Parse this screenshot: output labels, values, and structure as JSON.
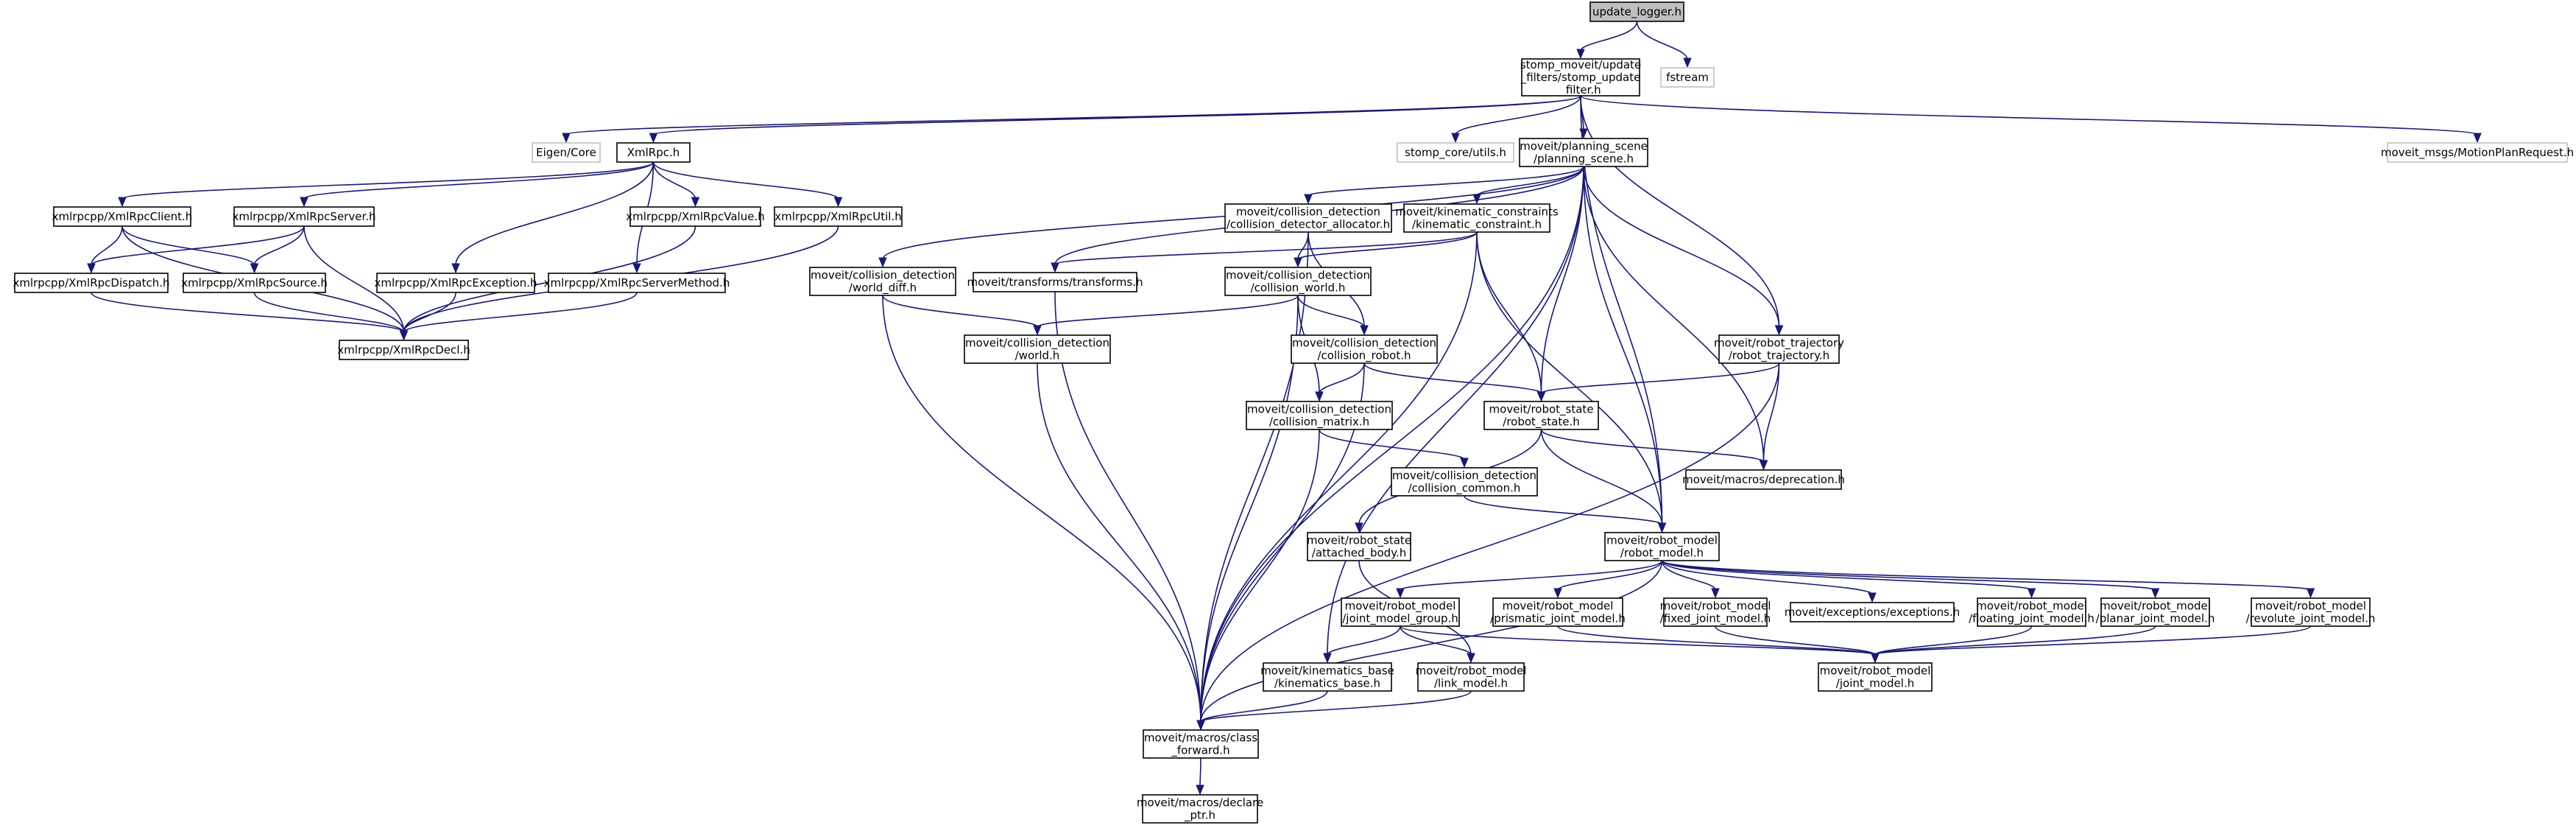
{
  "graph": {
    "type": "include-dependency-graph",
    "colors": {
      "edge": "#191970",
      "root_fill": "#bfbfbf",
      "external_border": "#bfbfbf",
      "node_border": "#000000"
    },
    "nodes": [
      {
        "id": "n0",
        "lines": [
          "update_logger.h"
        ],
        "kind": "root"
      },
      {
        "id": "n1",
        "lines": [
          "stomp_moveit/update",
          "_filters/stomp_update",
          "_filter.h"
        ],
        "kind": "local"
      },
      {
        "id": "n2",
        "lines": [
          "fstream"
        ],
        "kind": "external"
      },
      {
        "id": "n3",
        "lines": [
          "Eigen/Core"
        ],
        "kind": "external"
      },
      {
        "id": "n4",
        "lines": [
          "XmlRpc.h"
        ],
        "kind": "local"
      },
      {
        "id": "n5",
        "lines": [
          "stomp_core/utils.h"
        ],
        "kind": "external"
      },
      {
        "id": "n6",
        "lines": [
          "moveit/planning_scene",
          "/planning_scene.h"
        ],
        "kind": "local"
      },
      {
        "id": "n7",
        "lines": [
          "moveit_msgs/MotionPlanRequest.h"
        ],
        "kind": "external"
      },
      {
        "id": "n8",
        "lines": [
          "xmlrpcpp/XmlRpcClient.h"
        ],
        "kind": "local"
      },
      {
        "id": "n9",
        "lines": [
          "xmlrpcpp/XmlRpcServer.h"
        ],
        "kind": "local"
      },
      {
        "id": "n10",
        "lines": [
          "xmlrpcpp/XmlRpcValue.h"
        ],
        "kind": "local"
      },
      {
        "id": "n11",
        "lines": [
          "xmlrpcpp/XmlRpcUtil.h"
        ],
        "kind": "local"
      },
      {
        "id": "n12",
        "lines": [
          "xmlrpcpp/XmlRpcDispatch.h"
        ],
        "kind": "local"
      },
      {
        "id": "n13",
        "lines": [
          "xmlrpcpp/XmlRpcSource.h"
        ],
        "kind": "local"
      },
      {
        "id": "n14",
        "lines": [
          "xmlrpcpp/XmlRpcException.h"
        ],
        "kind": "local"
      },
      {
        "id": "n15",
        "lines": [
          "xmlrpcpp/XmlRpcServerMethod.h"
        ],
        "kind": "local"
      },
      {
        "id": "n16",
        "lines": [
          "xmlrpcpp/XmlRpcDecl.h"
        ],
        "kind": "local"
      },
      {
        "id": "n17",
        "lines": [
          "moveit/collision_detection",
          "/collision_detector_allocator.h"
        ],
        "kind": "local"
      },
      {
        "id": "n18",
        "lines": [
          "moveit/kinematic_constraints",
          "/kinematic_constraint.h"
        ],
        "kind": "local"
      },
      {
        "id": "n19",
        "lines": [
          "moveit/collision_detection",
          "/world_diff.h"
        ],
        "kind": "local"
      },
      {
        "id": "n20",
        "lines": [
          "moveit/transforms/transforms.h"
        ],
        "kind": "local"
      },
      {
        "id": "n21",
        "lines": [
          "moveit/collision_detection",
          "/collision_world.h"
        ],
        "kind": "local"
      },
      {
        "id": "n22",
        "lines": [
          "moveit/robot_trajectory",
          "/robot_trajectory.h"
        ],
        "kind": "local"
      },
      {
        "id": "n23",
        "lines": [
          "moveit/collision_detection",
          "/world.h"
        ],
        "kind": "local"
      },
      {
        "id": "n24",
        "lines": [
          "moveit/collision_detection",
          "/collision_robot.h"
        ],
        "kind": "local"
      },
      {
        "id": "n25",
        "lines": [
          "moveit/collision_detection",
          "/collision_matrix.h"
        ],
        "kind": "local"
      },
      {
        "id": "n26",
        "lines": [
          "moveit/robot_state",
          "/robot_state.h"
        ],
        "kind": "local"
      },
      {
        "id": "n27",
        "lines": [
          "moveit/collision_detection",
          "/collision_common.h"
        ],
        "kind": "local"
      },
      {
        "id": "n28",
        "lines": [
          "moveit/macros/deprecation.h"
        ],
        "kind": "local"
      },
      {
        "id": "n29",
        "lines": [
          "moveit/robot_state",
          "/attached_body.h"
        ],
        "kind": "local"
      },
      {
        "id": "n30",
        "lines": [
          "moveit/robot_model",
          "/robot_model.h"
        ],
        "kind": "local"
      },
      {
        "id": "n31",
        "lines": [
          "moveit/robot_model",
          "/joint_model_group.h"
        ],
        "kind": "local"
      },
      {
        "id": "n32",
        "lines": [
          "moveit/robot_model",
          "/prismatic_joint_model.h"
        ],
        "kind": "local"
      },
      {
        "id": "n33",
        "lines": [
          "moveit/robot_model",
          "/fixed_joint_model.h"
        ],
        "kind": "local"
      },
      {
        "id": "n34",
        "lines": [
          "moveit/exceptions/exceptions.h"
        ],
        "kind": "local"
      },
      {
        "id": "n35",
        "lines": [
          "moveit/robot_model",
          "/floating_joint_model.h"
        ],
        "kind": "local"
      },
      {
        "id": "n36",
        "lines": [
          "moveit/robot_model",
          "/planar_joint_model.h"
        ],
        "kind": "local"
      },
      {
        "id": "n37",
        "lines": [
          "moveit/robot_model",
          "/revolute_joint_model.h"
        ],
        "kind": "local"
      },
      {
        "id": "n38",
        "lines": [
          "moveit/kinematics_base",
          "/kinematics_base.h"
        ],
        "kind": "local"
      },
      {
        "id": "n39",
        "lines": [
          "moveit/robot_model",
          "/link_model.h"
        ],
        "kind": "local"
      },
      {
        "id": "n40",
        "lines": [
          "moveit/robot_model",
          "/joint_model.h"
        ],
        "kind": "local"
      },
      {
        "id": "n41",
        "lines": [
          "moveit/macros/class",
          "_forward.h"
        ],
        "kind": "local"
      },
      {
        "id": "n42",
        "lines": [
          "moveit/macros/declare",
          "_ptr.h"
        ],
        "kind": "local"
      }
    ],
    "edges": [
      [
        "n0",
        "n1"
      ],
      [
        "n0",
        "n2"
      ],
      [
        "n1",
        "n3"
      ],
      [
        "n1",
        "n4"
      ],
      [
        "n1",
        "n5"
      ],
      [
        "n1",
        "n6"
      ],
      [
        "n1",
        "n7"
      ],
      [
        "n1",
        "n22"
      ],
      [
        "n1",
        "n30"
      ],
      [
        "n4",
        "n8"
      ],
      [
        "n4",
        "n9"
      ],
      [
        "n4",
        "n10"
      ],
      [
        "n4",
        "n11"
      ],
      [
        "n4",
        "n14"
      ],
      [
        "n4",
        "n15"
      ],
      [
        "n8",
        "n12"
      ],
      [
        "n8",
        "n13"
      ],
      [
        "n8",
        "n16"
      ],
      [
        "n9",
        "n12"
      ],
      [
        "n9",
        "n13"
      ],
      [
        "n9",
        "n16"
      ],
      [
        "n10",
        "n16"
      ],
      [
        "n11",
        "n16"
      ],
      [
        "n12",
        "n16"
      ],
      [
        "n13",
        "n16"
      ],
      [
        "n14",
        "n16"
      ],
      [
        "n15",
        "n16"
      ],
      [
        "n6",
        "n17"
      ],
      [
        "n6",
        "n18"
      ],
      [
        "n6",
        "n19"
      ],
      [
        "n6",
        "n20"
      ],
      [
        "n6",
        "n22"
      ],
      [
        "n6",
        "n26"
      ],
      [
        "n6",
        "n30"
      ],
      [
        "n6",
        "n28"
      ],
      [
        "n6",
        "n38"
      ],
      [
        "n6",
        "n41"
      ],
      [
        "n17",
        "n21"
      ],
      [
        "n17",
        "n24"
      ],
      [
        "n17",
        "n41"
      ],
      [
        "n18",
        "n20"
      ],
      [
        "n18",
        "n21"
      ],
      [
        "n18",
        "n26"
      ],
      [
        "n18",
        "n30"
      ],
      [
        "n18",
        "n41"
      ],
      [
        "n19",
        "n23"
      ],
      [
        "n19",
        "n41"
      ],
      [
        "n20",
        "n41"
      ],
      [
        "n21",
        "n23"
      ],
      [
        "n21",
        "n24"
      ],
      [
        "n21",
        "n25"
      ],
      [
        "n21",
        "n41"
      ],
      [
        "n22",
        "n26"
      ],
      [
        "n22",
        "n28"
      ],
      [
        "n22",
        "n41"
      ],
      [
        "n23",
        "n41"
      ],
      [
        "n24",
        "n25"
      ],
      [
        "n24",
        "n26"
      ],
      [
        "n24",
        "n41"
      ],
      [
        "n25",
        "n27"
      ],
      [
        "n25",
        "n41"
      ],
      [
        "n26",
        "n28"
      ],
      [
        "n26",
        "n29"
      ],
      [
        "n26",
        "n30"
      ],
      [
        "n27",
        "n30"
      ],
      [
        "n29",
        "n39"
      ],
      [
        "n30",
        "n31"
      ],
      [
        "n30",
        "n32"
      ],
      [
        "n30",
        "n33"
      ],
      [
        "n30",
        "n34"
      ],
      [
        "n30",
        "n35"
      ],
      [
        "n30",
        "n36"
      ],
      [
        "n30",
        "n37"
      ],
      [
        "n30",
        "n41"
      ],
      [
        "n31",
        "n38"
      ],
      [
        "n31",
        "n39"
      ],
      [
        "n31",
        "n40"
      ],
      [
        "n32",
        "n40"
      ],
      [
        "n33",
        "n40"
      ],
      [
        "n35",
        "n40"
      ],
      [
        "n36",
        "n40"
      ],
      [
        "n37",
        "n40"
      ],
      [
        "n38",
        "n41"
      ],
      [
        "n39",
        "n41"
      ],
      [
        "n41",
        "n42"
      ]
    ]
  }
}
